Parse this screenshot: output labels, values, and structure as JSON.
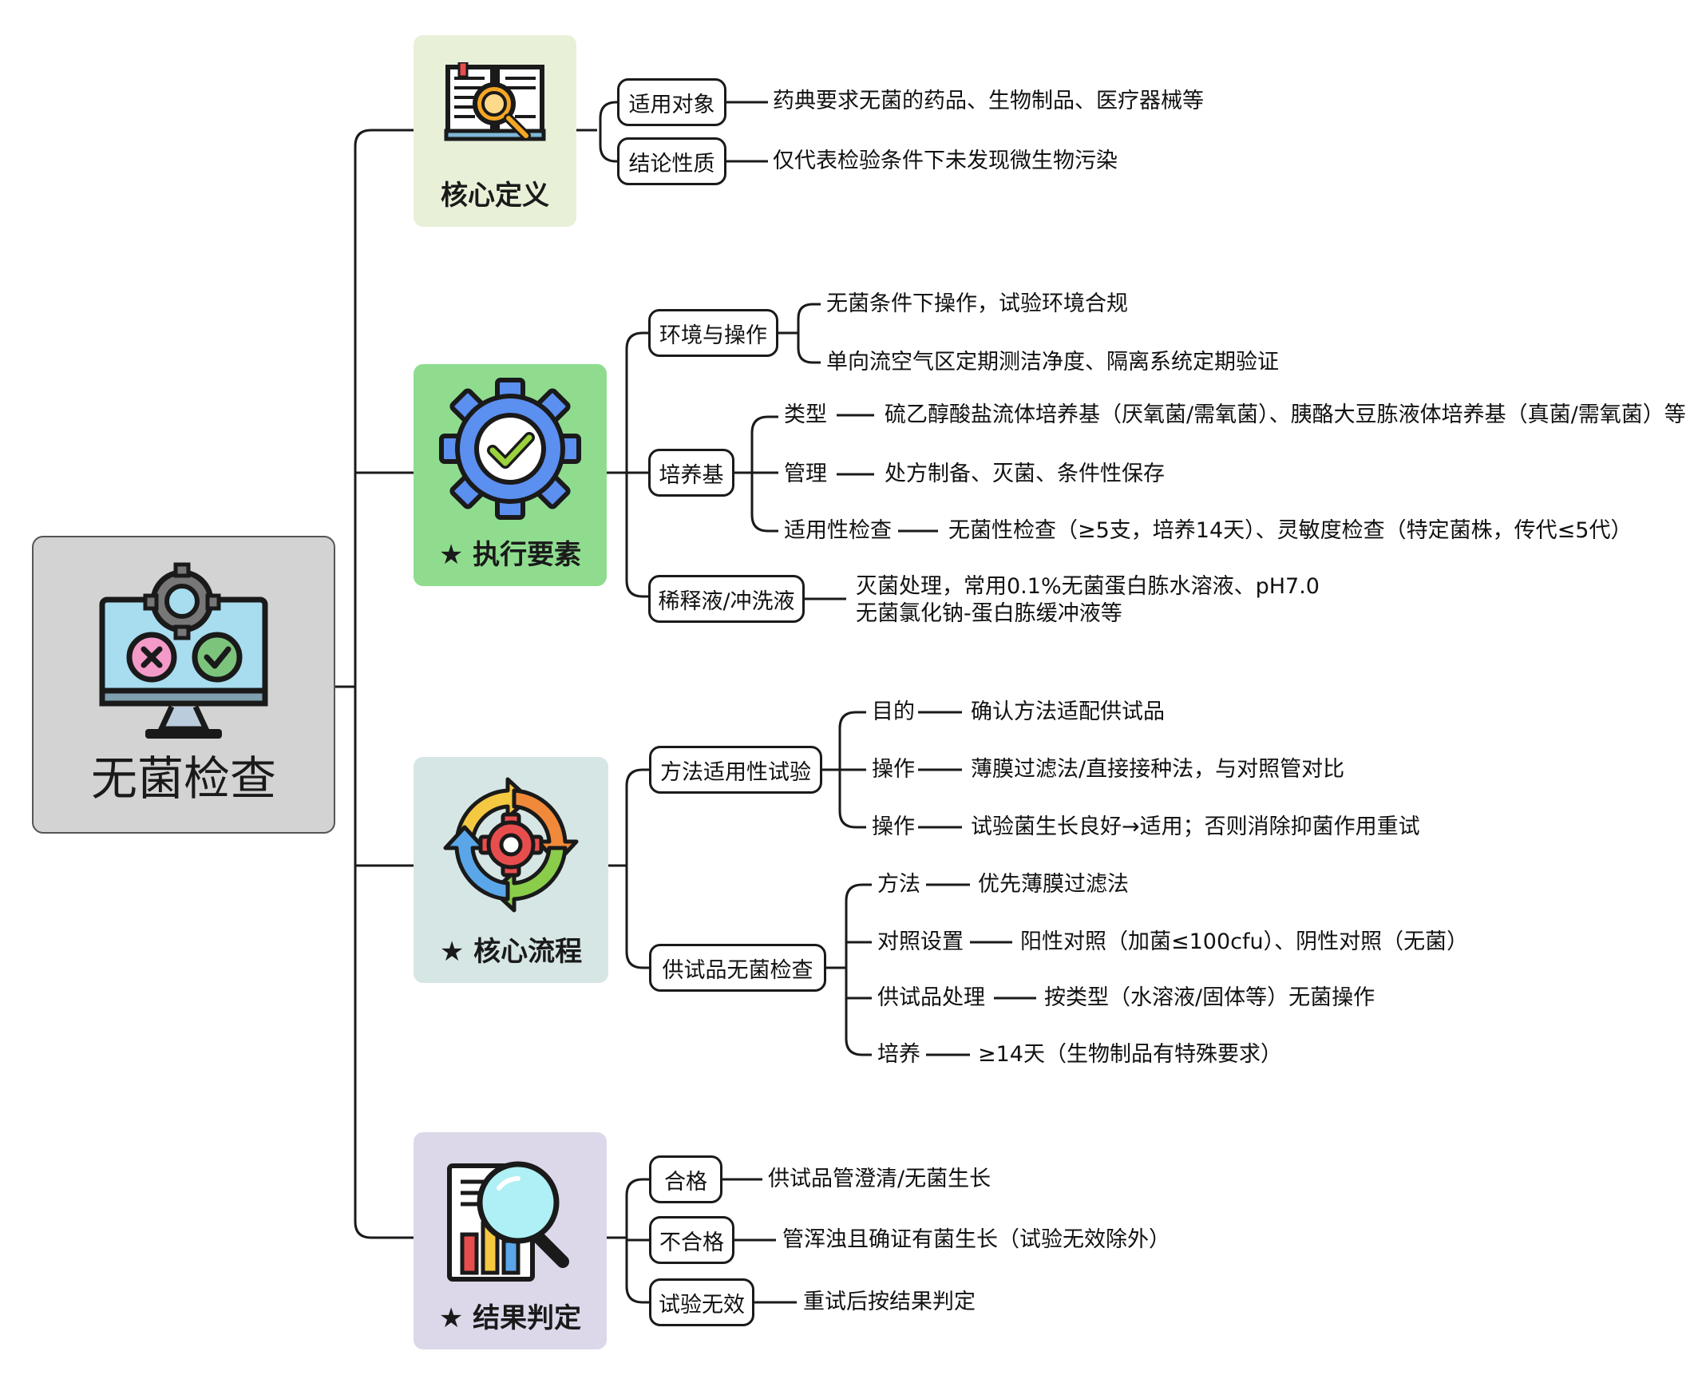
{
  "root": {
    "title": "无菌检查",
    "icon": "monitor-gear-check-cross-icon"
  },
  "categories": [
    {
      "title": "核心定义",
      "icon": "book-magnifier-icon",
      "color": "#e8f0d8",
      "nodes": [
        {
          "label": "适用对象",
          "text": "药典要求无菌的药品、生物制品、医疗器械等"
        },
        {
          "label": "结论性质",
          "text": "仅代表检验条件下未发现微生物污染"
        }
      ]
    },
    {
      "title": "★ 执行要素",
      "icon": "gear-check-icon",
      "color": "#8fdc8f",
      "nodes": [
        {
          "label": "环境与操作",
          "items": [
            "无菌条件下操作，试验环境合规",
            "单向流空气区定期测洁净度、隔离系统定期验证"
          ]
        },
        {
          "label": "培养基",
          "items": [
            {
              "label": "类型",
              "text": "硫乙醇酸盐流体培养基（厌氧菌/需氧菌）、胰酪大豆胨液体培养基（真菌/需氧菌）等"
            },
            {
              "label": "管理",
              "text": "处方制备、灭菌、条件性保存"
            },
            {
              "label": "适用性检查",
              "text": "无菌性检查（≥5支，培养14天）、灵敏度检查（特定菌株，传代≤5代）"
            }
          ]
        },
        {
          "label": "稀释液/冲洗液",
          "lines": [
            "灭菌处理，常用0.1%无菌蛋白胨水溶液、pH7.0",
            "无菌氯化钠-蛋白胨缓冲液等"
          ]
        }
      ]
    },
    {
      "title": "★ 核心流程",
      "icon": "cycle-gear-icon",
      "color": "#d6e6e4",
      "nodes": [
        {
          "label": "方法适用性试验",
          "items": [
            {
              "label": "目的",
              "text": "确认方法适配供试品"
            },
            {
              "label": "操作",
              "text": "薄膜过滤法/直接接种法，与对照管对比"
            },
            {
              "label": "操作",
              "text": "试验菌生长良好→适用；否则消除抑菌作用重试"
            }
          ]
        },
        {
          "label": "供试品无菌检查",
          "items": [
            {
              "label": "方法",
              "text": "优先薄膜过滤法"
            },
            {
              "label": "对照设置",
              "text": "阳性对照（加菌≤100cfu）、阴性对照（无菌）"
            },
            {
              "label": "供试品处理",
              "text": "按类型（水溶液/固体等）无菌操作"
            },
            {
              "label": "培养",
              "text": "≥14天（生物制品有特殊要求）"
            }
          ]
        }
      ]
    },
    {
      "title": "★ 结果判定",
      "icon": "chart-magnifier-icon",
      "color": "#dcd8ea",
      "nodes": [
        {
          "label": "合格",
          "text": "供试品管澄清/无菌生长"
        },
        {
          "label": "不合格",
          "text": "管浑浊且确证有菌生长（试验无效除外）"
        },
        {
          "label": "试验无效",
          "text": "重试后按结果判定"
        }
      ]
    }
  ]
}
